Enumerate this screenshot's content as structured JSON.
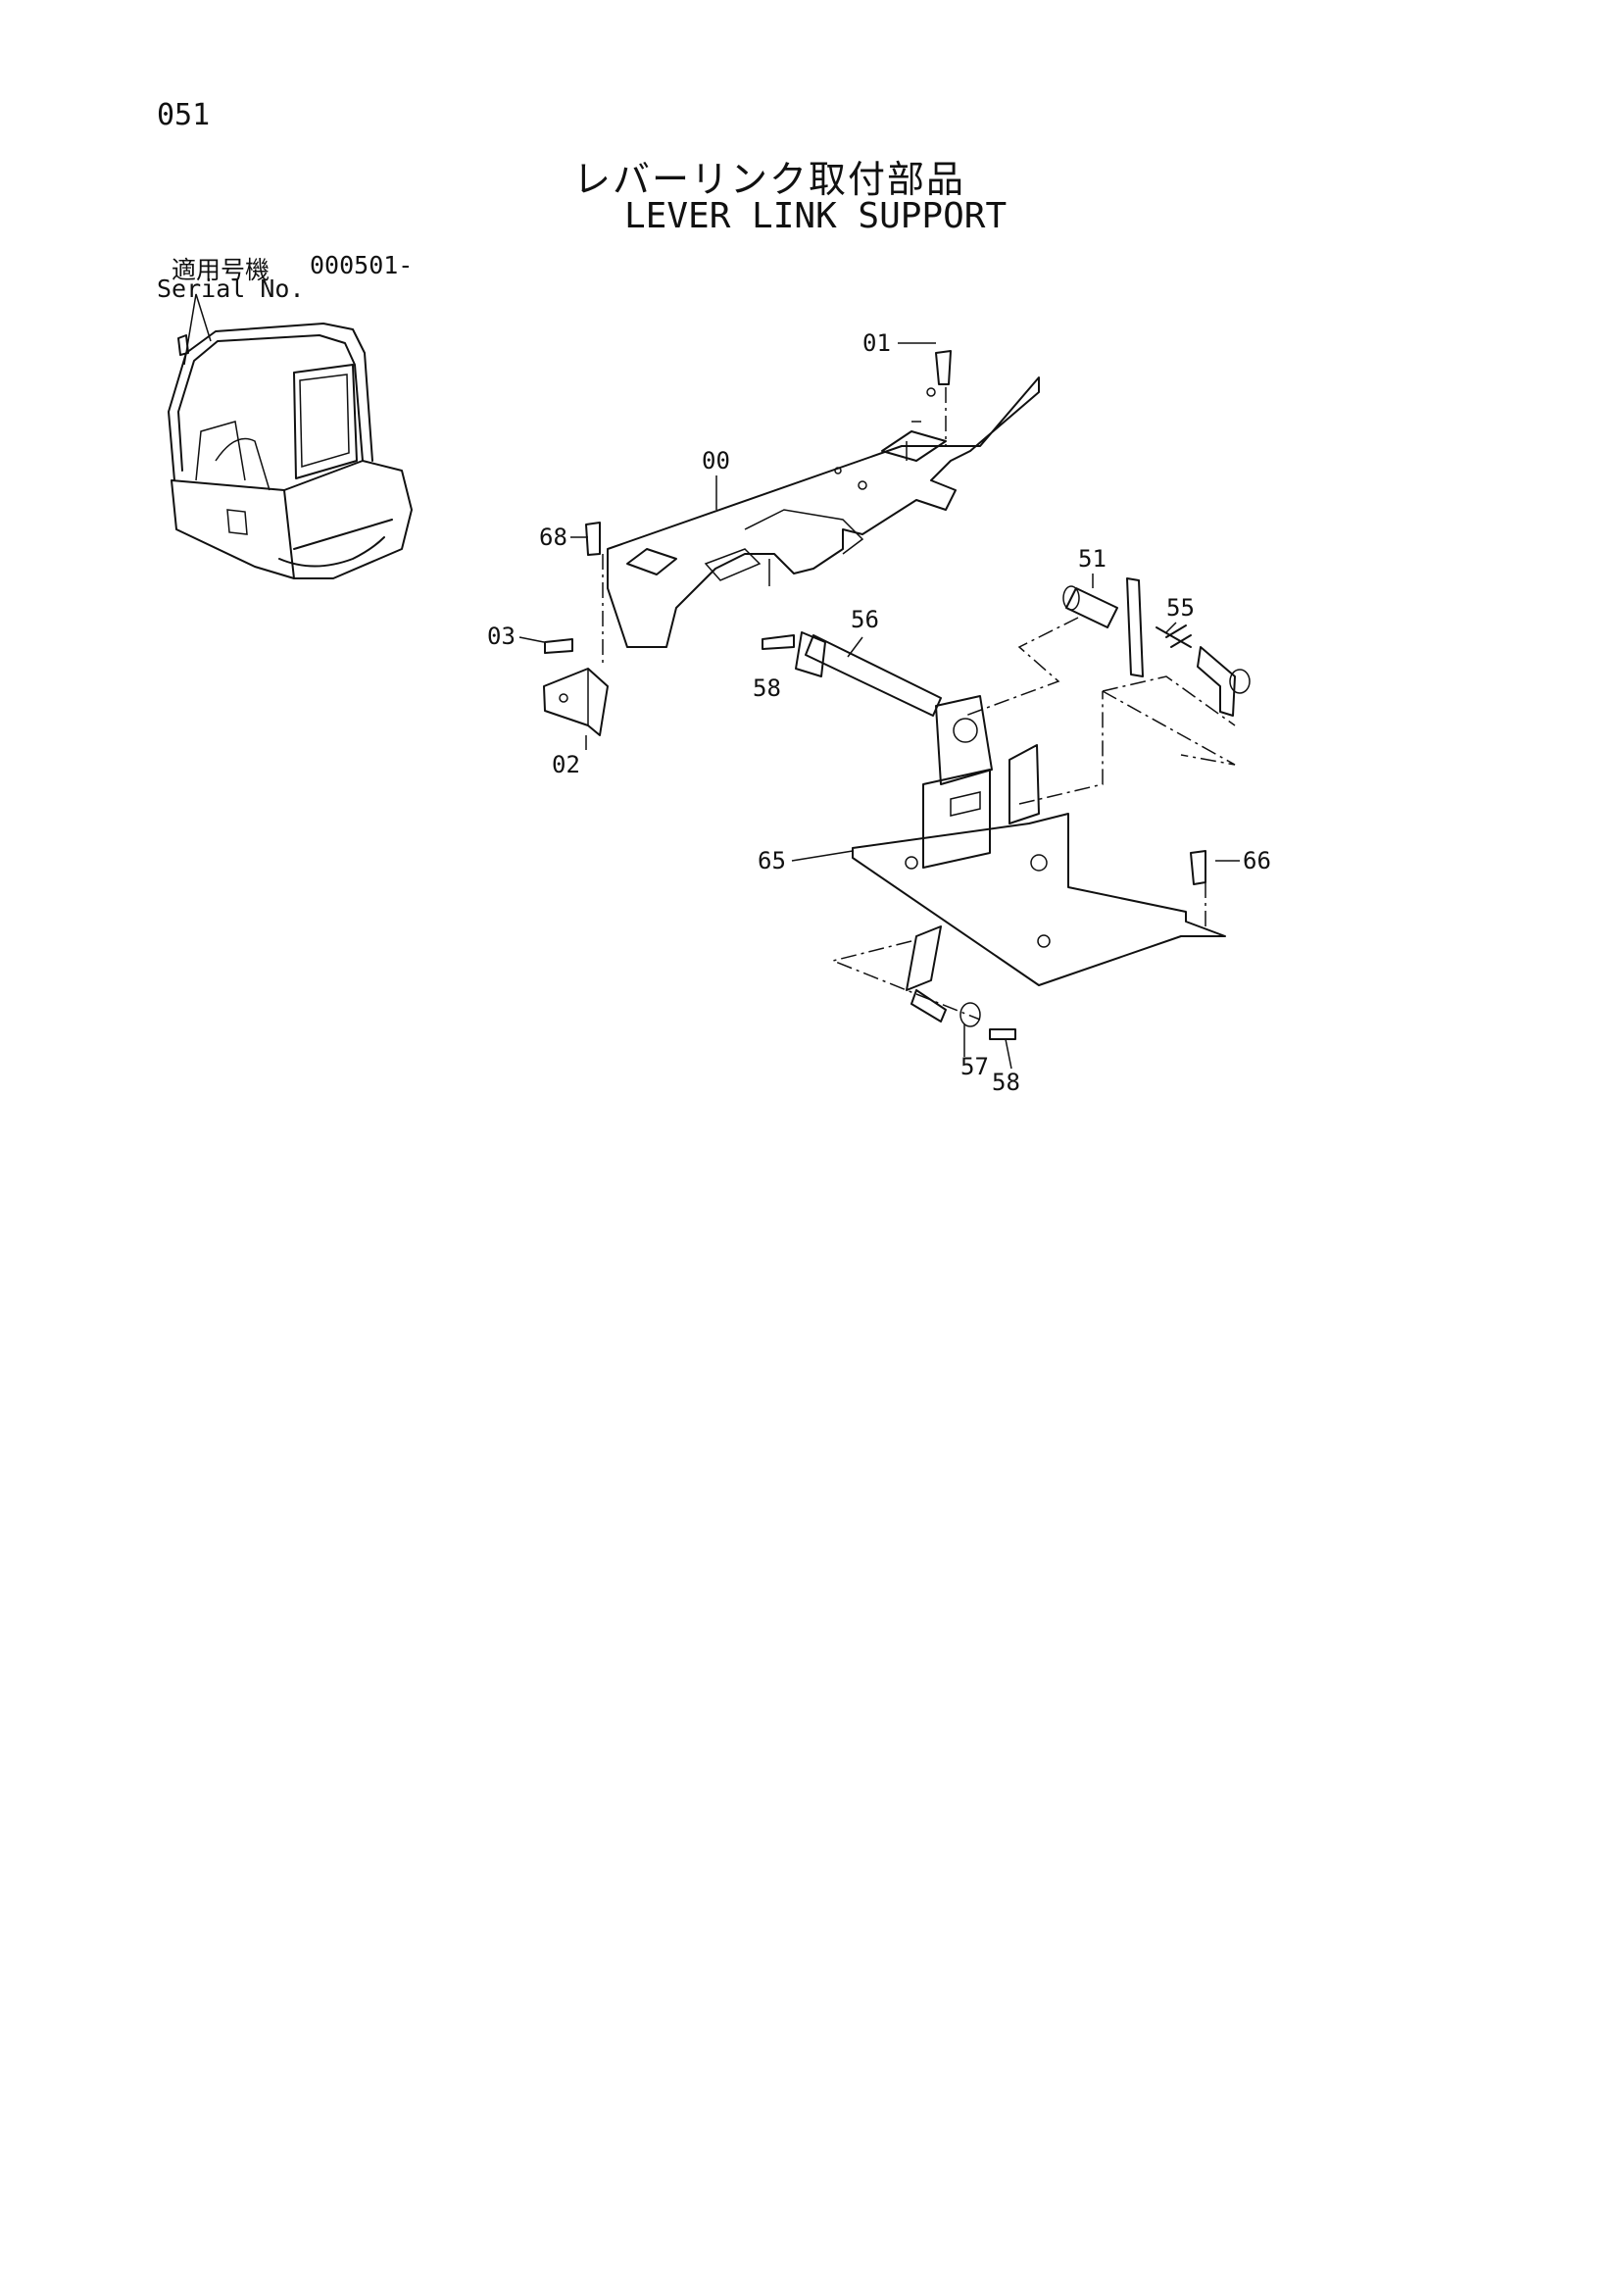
{
  "page_number": "051",
  "title_jp": "レバーリンク取付部品",
  "title_en": "LEVER LINK SUPPORT",
  "serial": {
    "jp_label": "適用号機",
    "range": "000501-",
    "en_label": "Serial No."
  },
  "callouts": [
    "01",
    "00",
    "68",
    "03",
    "02",
    "56",
    "58",
    "51",
    "55",
    "65",
    "66",
    "57",
    "58"
  ]
}
